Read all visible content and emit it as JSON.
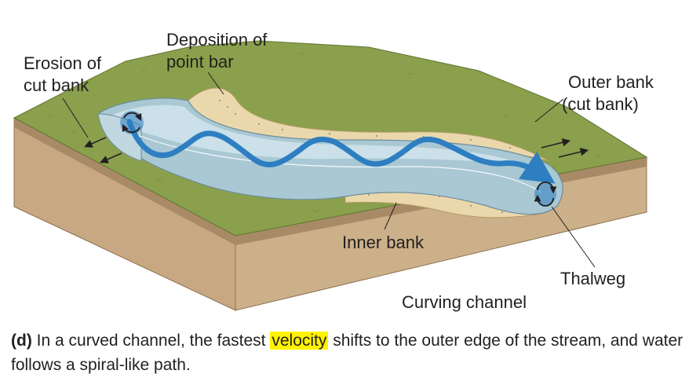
{
  "labels": {
    "erosion": [
      "Erosion of",
      "cut bank"
    ],
    "deposition": [
      "Deposition of",
      "point bar"
    ],
    "outer_bank": [
      "Outer bank",
      "(cut bank)"
    ],
    "inner_bank": "Inner bank",
    "thalweg": "Thalweg",
    "curving_channel": "Curving channel"
  },
  "caption": {
    "tag": "(d)",
    "before": " In a curved channel, the fastest ",
    "highlight": "velocity",
    "after": " shifts to the outer edge of the stream, and water follows a spiral-like path."
  },
  "colors": {
    "grass": "#8aa04c",
    "soil": "#c8a882",
    "soil_dark": "#a98a66",
    "sand": "#ead8ac",
    "water": "#a9c8d4",
    "water_light": "#d3e6ee",
    "flow_arrow": "#2e7fc1",
    "highlight": "#fff200"
  }
}
